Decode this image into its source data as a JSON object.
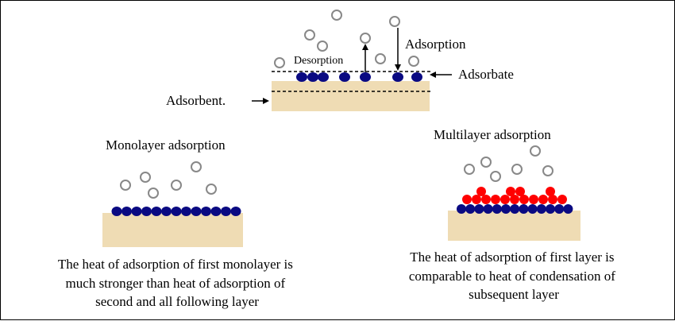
{
  "labels": {
    "adsorption": "Adsorption",
    "desorption": "Desorption",
    "adsorbate": "Adsorbate",
    "adsorbent": "Adsorbent.",
    "monolayer_title": "Monolayer adsorption",
    "multilayer_title": "Multilayer adsorption"
  },
  "captions": {
    "monolayer": [
      "The heat of adsorption of first monolayer is",
      "much stronger than heat of adsorption of",
      "second and all following layer"
    ],
    "multilayer": [
      "The heat of adsorption of first layer is",
      "comparable to heat of condensation of",
      "subsequent layer"
    ]
  },
  "colors": {
    "surface": "#efdcb4",
    "adsorbed": "#0a0a82",
    "second_layer": "#ff0000",
    "gas_molecule_outline": "#888888"
  }
}
